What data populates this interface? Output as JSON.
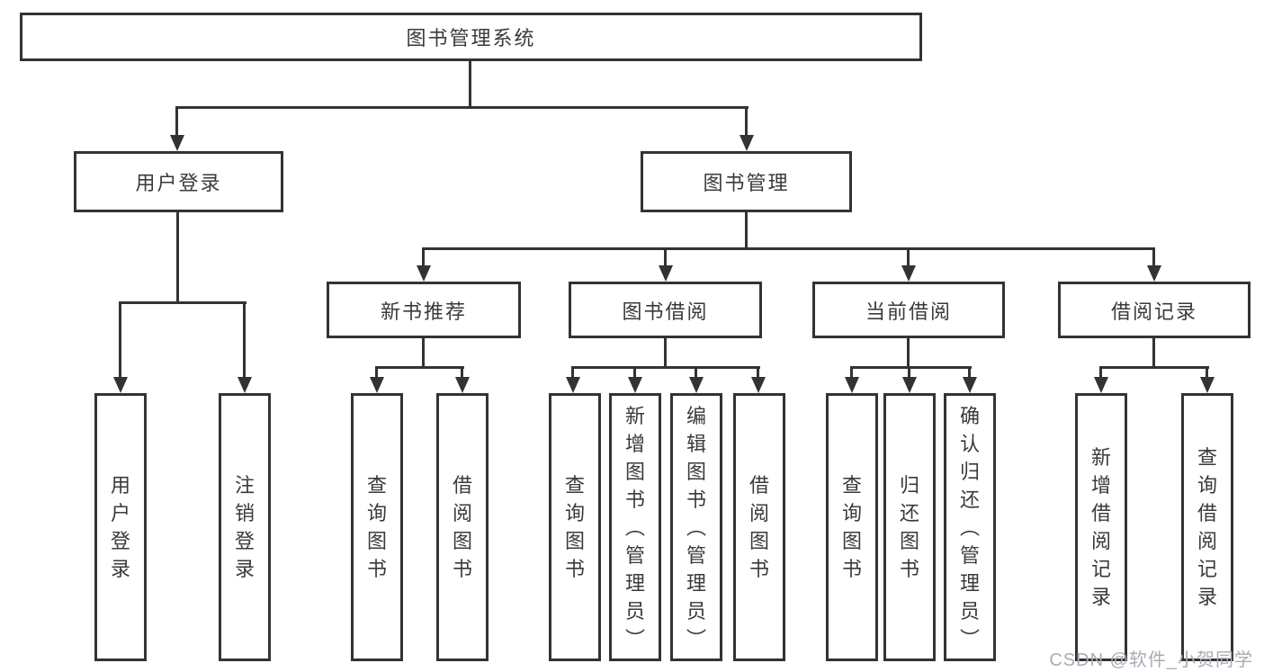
{
  "diagram": {
    "root": {
      "label": "图书管理系统"
    },
    "level2": {
      "user_login": "用户登录",
      "book_management": "图书管理"
    },
    "level3": {
      "new_book_recommend": "新书推荐",
      "book_borrow": "图书借阅",
      "current_borrow": "当前借阅",
      "borrow_record": "借阅记录"
    },
    "leaves": {
      "user_login": [
        "用户登录",
        "注销登录"
      ],
      "new_book_recommend": [
        "查询图书",
        "借阅图书"
      ],
      "book_borrow": [
        "查询图书",
        "新增图书（管理员）",
        "编辑图书（管理员）",
        "借阅图书"
      ],
      "current_borrow": [
        "查询图书",
        "归还图书",
        "确认归还（管理员）"
      ],
      "borrow_record": [
        "新增借阅记录",
        "查询借阅记录"
      ]
    }
  },
  "watermark": {
    "text": "CSDN @软件_小贺同学"
  },
  "colors": {
    "line": "#333333",
    "text": "#3a3a3a",
    "background": "#ffffff",
    "watermark": "#a9abb5"
  }
}
